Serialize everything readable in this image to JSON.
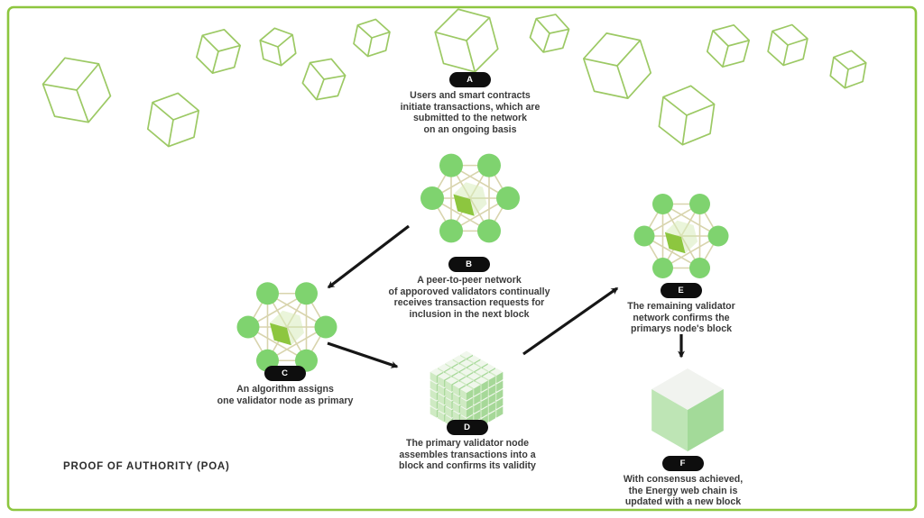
{
  "title": "PROOF OF AUTHORITY  (POA)",
  "steps": [
    {
      "label": "A",
      "text": "Users and smart contracts\ninitiate transactions, which are\nsubmitted to the network\non an ongoing basis"
    },
    {
      "label": "B",
      "text": "A peer-to-peer network\nof apporoved validators continually\nreceives transaction requests for\ninclusion in the next block"
    },
    {
      "label": "C",
      "text": "An algorithm assigns\none validator node as primary"
    },
    {
      "label": "D",
      "text": "The primary validator node\nassembles transactions into a\nblock and confirms its validity"
    },
    {
      "label": "E",
      "text": "The remaining validator\nnetwork confirms the\nprimarys node's block"
    },
    {
      "label": "F",
      "text": "With consensus achieved,\nthe Energy web chain is\nupdated with a new block"
    }
  ],
  "icons": [
    "wireframe-cube-icon",
    "validator-network-icon",
    "transaction-block-cluster-icon",
    "new-block-cube-icon",
    "arrow-icon"
  ],
  "colors": {
    "border_green": "#8dc63f",
    "cube_outline": "#9cc964",
    "node_green": "#7fd36f",
    "network_line": "#d8d4ad",
    "center_cube_light": "#d9edbc",
    "center_cube_mid": "#cfe6ad",
    "center_cube_bright": "#8dc63f",
    "pill_black": "#0e0e0e",
    "pill_text": "#ffffff",
    "text_dark": "#3b3b3b",
    "arrow_black": "#161616",
    "block_top": "#f0f7ec",
    "block_left": "#cfeac3",
    "block_right": "#a6d898",
    "final_cube_top": "#f1f3ef",
    "final_cube_left": "#bee5b5",
    "final_cube_right": "#a3da99"
  }
}
